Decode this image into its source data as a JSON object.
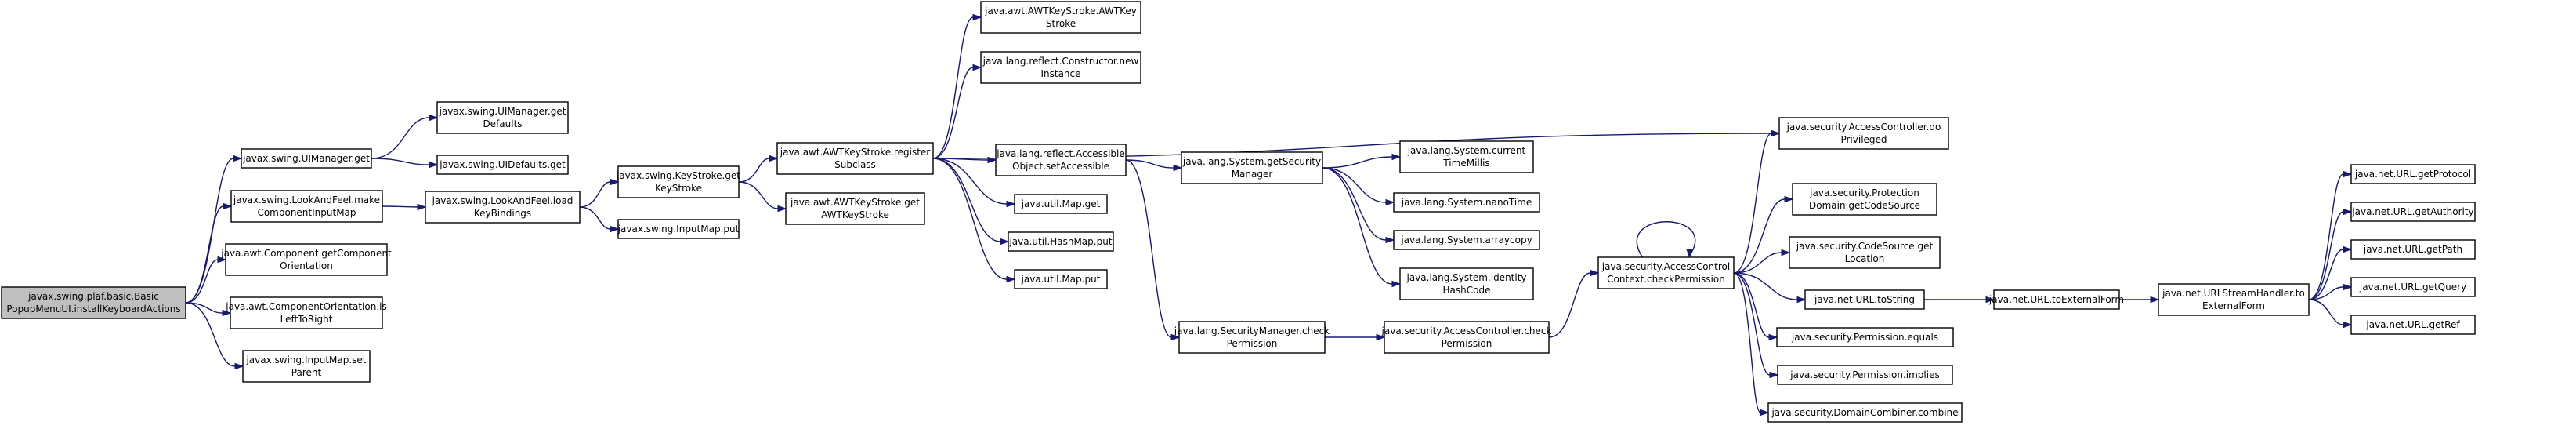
{
  "graph": {
    "colors": {
      "edge": "#191970",
      "node_border": "#000000",
      "root_fill": "#bfbfbf",
      "node_fill": "#ffffff",
      "background": "#ffffff"
    },
    "nodes": [
      {
        "id": "root",
        "lines": [
          "javax.swing.plaf.basic.Basic",
          "PopupMenuUI.installKeyboardActions"
        ],
        "root": true
      },
      {
        "id": "uimanager_get",
        "lines": [
          "javax.swing.UIManager.get"
        ]
      },
      {
        "id": "lookandfeel_makeinputmap",
        "lines": [
          "javax.swing.LookAndFeel.make",
          "ComponentInputMap"
        ]
      },
      {
        "id": "component_getorientation",
        "lines": [
          "java.awt.Component.getComponent",
          "Orientation"
        ]
      },
      {
        "id": "orientation_isltr",
        "lines": [
          "java.awt.ComponentOrientation.is",
          "LeftToRight"
        ]
      },
      {
        "id": "inputmap_setparent",
        "lines": [
          "javax.swing.InputMap.set",
          "Parent"
        ]
      },
      {
        "id": "uimanager_getdefaults",
        "lines": [
          "javax.swing.UIManager.get",
          "Defaults"
        ]
      },
      {
        "id": "uidefaults_get",
        "lines": [
          "javax.swing.UIDefaults.get"
        ]
      },
      {
        "id": "lookandfeel_loadkeybindings",
        "lines": [
          "javax.swing.LookAndFeel.load",
          "KeyBindings"
        ]
      },
      {
        "id": "keystroke_getkeystroke",
        "lines": [
          "javax.swing.KeyStroke.get",
          "KeyStroke"
        ]
      },
      {
        "id": "inputmap_put",
        "lines": [
          "javax.swing.InputMap.put"
        ]
      },
      {
        "id": "awtkeystroke_registersubclass",
        "lines": [
          "java.awt.AWTKeyStroke.register",
          "Subclass"
        ]
      },
      {
        "id": "awtkeystroke_getawtkeystroke",
        "lines": [
          "java.awt.AWTKeyStroke.get",
          "AWTKeyStroke"
        ]
      },
      {
        "id": "awtkeystroke_ctor",
        "lines": [
          "java.awt.AWTKeyStroke.AWTKey",
          "Stroke"
        ]
      },
      {
        "id": "constructor_newinstance",
        "lines": [
          "java.lang.reflect.Constructor.new",
          "Instance"
        ]
      },
      {
        "id": "accessible_setaccessible",
        "lines": [
          "java.lang.reflect.Accessible",
          "Object.setAccessible"
        ]
      },
      {
        "id": "map_get",
        "lines": [
          "java.util.Map.get"
        ]
      },
      {
        "id": "hashmap_put",
        "lines": [
          "java.util.HashMap.put"
        ]
      },
      {
        "id": "map_put",
        "lines": [
          "java.util.Map.put"
        ]
      },
      {
        "id": "accesscontroller_doprivileged",
        "lines": [
          "java.security.AccessController.do",
          "Privileged"
        ]
      },
      {
        "id": "system_getsecuritymanager",
        "lines": [
          "java.lang.System.getSecurity",
          "Manager"
        ]
      },
      {
        "id": "securitymanager_checkpermission",
        "lines": [
          "java.lang.SecurityManager.check",
          "Permission"
        ]
      },
      {
        "id": "system_currenttimemillis",
        "lines": [
          "java.lang.System.current",
          "TimeMillis"
        ]
      },
      {
        "id": "system_nanotime",
        "lines": [
          "java.lang.System.nanoTime"
        ]
      },
      {
        "id": "system_arraycopy",
        "lines": [
          "java.lang.System.arraycopy"
        ]
      },
      {
        "id": "system_identityhashcode",
        "lines": [
          "java.lang.System.identity",
          "HashCode"
        ]
      },
      {
        "id": "accesscontroller_checkpermission",
        "lines": [
          "java.security.AccessController.check",
          "Permission"
        ]
      },
      {
        "id": "acc_checkpermission",
        "lines": [
          "java.security.AccessControl",
          "Context.checkPermission"
        ]
      },
      {
        "id": "protectiondomain_getcodesource",
        "lines": [
          "java.security.Protection",
          "Domain.getCodeSource"
        ]
      },
      {
        "id": "codesource_getlocation",
        "lines": [
          "java.security.CodeSource.get",
          "Location"
        ]
      },
      {
        "id": "url_tostring",
        "lines": [
          "java.net.URL.toString"
        ]
      },
      {
        "id": "permission_equals",
        "lines": [
          "java.security.Permission.equals"
        ]
      },
      {
        "id": "permission_implies",
        "lines": [
          "java.security.Permission.implies"
        ]
      },
      {
        "id": "domaincombiner_combine",
        "lines": [
          "java.security.DomainCombiner.combine"
        ]
      },
      {
        "id": "url_toexternalform",
        "lines": [
          "java.net.URL.toExternalForm"
        ]
      },
      {
        "id": "urlstreamhandler_toexternalform",
        "lines": [
          "java.net.URLStreamHandler.to",
          "ExternalForm"
        ]
      },
      {
        "id": "url_getprotocol",
        "lines": [
          "java.net.URL.getProtocol"
        ]
      },
      {
        "id": "url_getauthority",
        "lines": [
          "java.net.URL.getAuthority"
        ]
      },
      {
        "id": "url_getpath",
        "lines": [
          "java.net.URL.getPath"
        ]
      },
      {
        "id": "url_getquery",
        "lines": [
          "java.net.URL.getQuery"
        ]
      },
      {
        "id": "url_getref",
        "lines": [
          "java.net.URL.getRef"
        ]
      }
    ],
    "edges": [
      [
        "root",
        "uimanager_get"
      ],
      [
        "root",
        "lookandfeel_makeinputmap"
      ],
      [
        "root",
        "component_getorientation"
      ],
      [
        "root",
        "orientation_isltr"
      ],
      [
        "root",
        "inputmap_setparent"
      ],
      [
        "uimanager_get",
        "uimanager_getdefaults"
      ],
      [
        "uimanager_get",
        "uidefaults_get"
      ],
      [
        "lookandfeel_makeinputmap",
        "lookandfeel_loadkeybindings"
      ],
      [
        "lookandfeel_loadkeybindings",
        "keystroke_getkeystroke"
      ],
      [
        "lookandfeel_loadkeybindings",
        "inputmap_put"
      ],
      [
        "keystroke_getkeystroke",
        "awtkeystroke_registersubclass"
      ],
      [
        "keystroke_getkeystroke",
        "awtkeystroke_getawtkeystroke"
      ],
      [
        "awtkeystroke_registersubclass",
        "awtkeystroke_ctor"
      ],
      [
        "awtkeystroke_registersubclass",
        "constructor_newinstance"
      ],
      [
        "awtkeystroke_registersubclass",
        "accesscontroller_doprivileged"
      ],
      [
        "awtkeystroke_registersubclass",
        "accessible_setaccessible"
      ],
      [
        "awtkeystroke_registersubclass",
        "map_get"
      ],
      [
        "awtkeystroke_registersubclass",
        "hashmap_put"
      ],
      [
        "awtkeystroke_registersubclass",
        "map_put"
      ],
      [
        "accessible_setaccessible",
        "system_getsecuritymanager"
      ],
      [
        "accessible_setaccessible",
        "securitymanager_checkpermission"
      ],
      [
        "system_getsecuritymanager",
        "system_currenttimemillis"
      ],
      [
        "system_getsecuritymanager",
        "system_nanotime"
      ],
      [
        "system_getsecuritymanager",
        "system_arraycopy"
      ],
      [
        "system_getsecuritymanager",
        "system_identityhashcode"
      ],
      [
        "securitymanager_checkpermission",
        "accesscontroller_checkpermission"
      ],
      [
        "accesscontroller_checkpermission",
        "acc_checkpermission"
      ],
      [
        "acc_checkpermission",
        "acc_checkpermission"
      ],
      [
        "acc_checkpermission",
        "accesscontroller_doprivileged"
      ],
      [
        "acc_checkpermission",
        "protectiondomain_getcodesource"
      ],
      [
        "acc_checkpermission",
        "codesource_getlocation"
      ],
      [
        "acc_checkpermission",
        "url_tostring"
      ],
      [
        "acc_checkpermission",
        "permission_equals"
      ],
      [
        "acc_checkpermission",
        "permission_implies"
      ],
      [
        "acc_checkpermission",
        "domaincombiner_combine"
      ],
      [
        "url_tostring",
        "url_toexternalform"
      ],
      [
        "url_toexternalform",
        "urlstreamhandler_toexternalform"
      ],
      [
        "urlstreamhandler_toexternalform",
        "url_getprotocol"
      ],
      [
        "urlstreamhandler_toexternalform",
        "url_getauthority"
      ],
      [
        "urlstreamhandler_toexternalform",
        "url_getpath"
      ],
      [
        "urlstreamhandler_toexternalform",
        "url_getquery"
      ],
      [
        "urlstreamhandler_toexternalform",
        "url_getref"
      ]
    ]
  }
}
